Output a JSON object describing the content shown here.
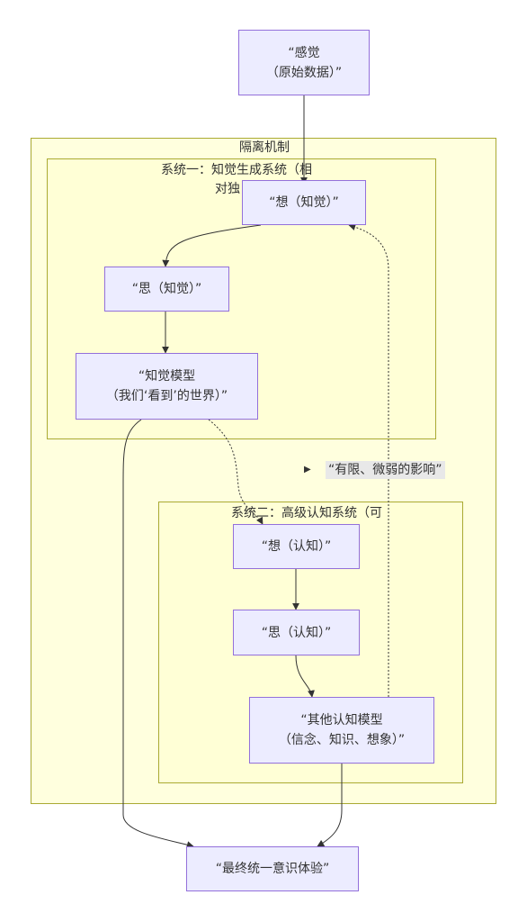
{
  "colors": {
    "node_fill": "#ececff",
    "node_border": "#9370db",
    "cluster_fill": "#ffffde",
    "cluster_border": "#aaaa33",
    "edge": "#333333",
    "edge_label_bg": "#e8e8e8"
  },
  "clusters": {
    "isolation": {
      "title": "隔离机制"
    },
    "system1": {
      "title_line1": "系统一：知觉生成系统（相",
      "title_line2": "对独"
    },
    "system2": {
      "title": "系统二：高级认知系统（可"
    }
  },
  "nodes": {
    "sensation": {
      "line1": "“感觉",
      "line2": "（原始数据）”"
    },
    "think_perception": {
      "line1": "“想（知觉）”"
    },
    "reflect_perception": {
      "line1": "“思（知觉）”"
    },
    "perception_model": {
      "line1": "“知觉模型",
      "line2": "（我们‘看到’的世界）”"
    },
    "think_cognition": {
      "line1": "“想（认知）”"
    },
    "reflect_cognition": {
      "line1": "“思（认知）”"
    },
    "other_models": {
      "line1": "“其他认知模型",
      "line2": "（信念、知识、想象）”"
    },
    "unified_experience": {
      "line1": "“最终统一意识体验”"
    }
  },
  "edge_labels": {
    "limited_influence": "“有限、微弱的影响”"
  }
}
